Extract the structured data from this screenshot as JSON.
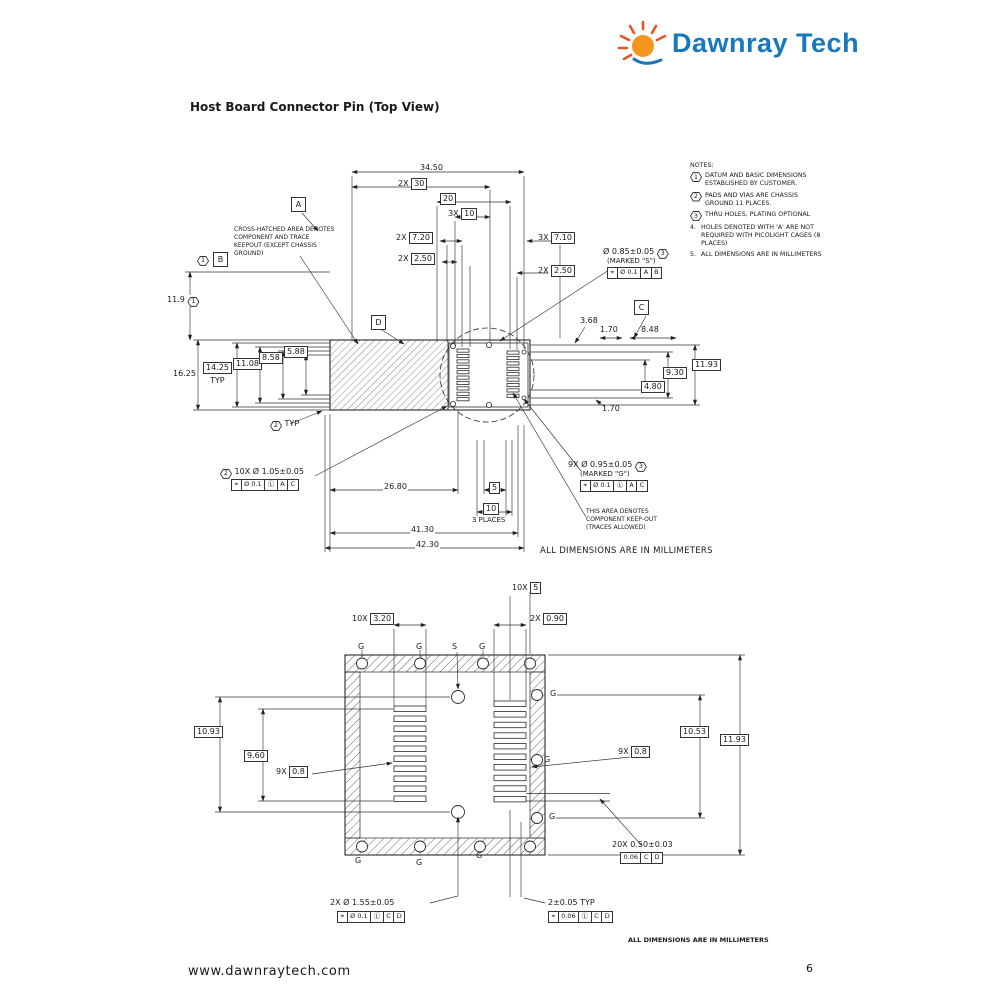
{
  "brand": {
    "name": "Dawnray Tech"
  },
  "page": {
    "title": "Host Board Connector Pin (Top View)",
    "footer_url": "www.dawnraytech.com",
    "footer_page": "6"
  },
  "notes": {
    "heading": "NOTES:",
    "items": [
      {
        "num": "1",
        "text": "DATUM AND BASIC DIMENSIONS ESTABLISHED BY CUSTOMER."
      },
      {
        "num": "2",
        "text": "PADS AND VIAS ARE CHASSIS GROUND 11 PLACES."
      },
      {
        "num": "3",
        "text": "THRU HOLES, PLATING OPTIONAL"
      },
      {
        "num": "4.",
        "text": "HOLES DENOTED WITH 'A' ARE NOT REQUIRED WITH PICOLIGHT CAGES (8 PLACES)"
      },
      {
        "num": "5.",
        "text": "ALL DIMENSIONS ARE IN MILLIMETERS"
      }
    ]
  },
  "top": {
    "dim_3450": "34.50",
    "p2x": "2X",
    "p3x": "3X",
    "p9x": "9X",
    "p10x": "10X",
    "dim_30": "30",
    "dim_20": "20",
    "dim_10": "10",
    "dim_720": "7.20",
    "dim_710": "7.10",
    "dim_250l": "2.50",
    "dim_250r": "2.50",
    "datum_a": "A",
    "datum_b": "B",
    "datum_c": "C",
    "datum_d": "D",
    "flag1": "1",
    "flag2": "2",
    "flag3": "3",
    "keepout_note": "CROSS-HATCHED AREA DENOTES COMPONENT AND TRACE KEEPOUT (EXCEPT CHASSIS GROUND)",
    "dim_119": "11.9",
    "dim_1625": "16.25",
    "dim_1425": "14.25",
    "typ": "TYP",
    "dim_1108": "11.08",
    "dim_858": "8.58",
    "dim_588": "5.88",
    "dim_368": "3.68",
    "dim_170a": "1.70",
    "dim_848": "8.48",
    "dim_1193": "11.93",
    "dim_930": "9.30",
    "dim_480": "4.80",
    "dim_170b": "1.70",
    "hole_s": "Ø 0.85±0.05",
    "hole_s_marked": "(MARKED \"S\")",
    "fcf_s": [
      "⌖",
      "Ø 0.1",
      "A",
      "B"
    ],
    "hole_105": "Ø 1.05±0.05",
    "fcf_105": [
      "⌖",
      "Ø 0.1",
      "Ⓛ",
      "A",
      "C"
    ],
    "dim_2680": "26.80",
    "dim_5": "5",
    "dim_10b": "10",
    "places3": "3 PLACES",
    "dim_4130": "41.30",
    "dim_4230": "42.30",
    "hole_g": "Ø 0.95±0.05",
    "hole_g_marked": "(MARKED \"G\")",
    "fcf_g": [
      "⌖",
      "Ø 0.1",
      "Ⓛ",
      "A",
      "C"
    ],
    "keepout2_note": "THIS AREA DENOTES COMPONENT KEEP-OUT (TRACES ALLOWED)",
    "all_dims": "ALL DIMENSIONS ARE IN MILLIMETERS"
  },
  "bottom": {
    "p10x": "10X",
    "p2x": "2X",
    "p9x": "9X",
    "p20x": "20X",
    "dim_5": "5",
    "dim_320": "3.20",
    "dim_090": "0.90",
    "g": "G",
    "s": "S",
    "dim_1093": "10.93",
    "dim_960": "9.60",
    "dim_08": "0.8",
    "dim_1053": "10.53",
    "dim_1193": "11.93",
    "dim_050": "0.50±0.03",
    "fcf_050": [
      "0.06",
      "C",
      "D"
    ],
    "dim_155": "Ø 1.55±0.05",
    "fcf_155": [
      "⌖",
      "Ø 0.1",
      "Ⓛ",
      "C",
      "D"
    ],
    "dim_2typ": "2±0.05 TYP",
    "fcf_2typ": [
      "⌖",
      "0.06",
      "Ⓛ",
      "C",
      "D"
    ],
    "all_dims": "ALL DIMENSIONS ARE IN MILLIMETERS"
  }
}
